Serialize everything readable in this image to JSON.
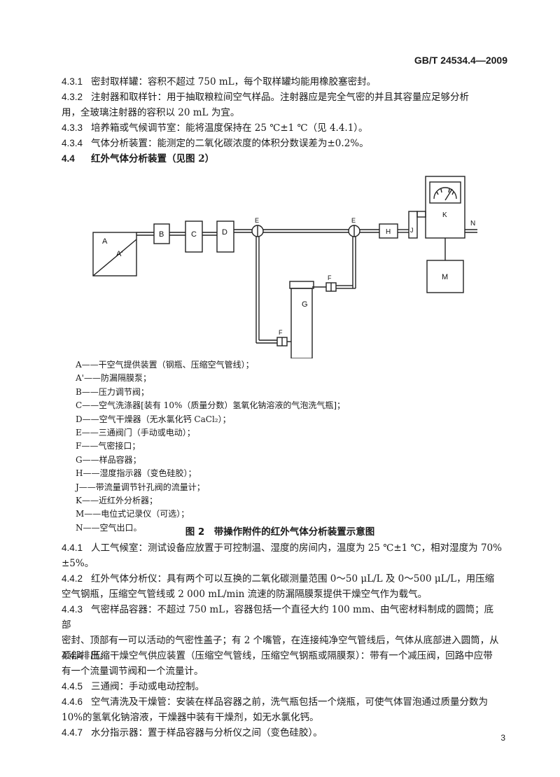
{
  "header": {
    "standard_no": "GB/T 24534.4—2009"
  },
  "clauses_top": [
    {
      "num": "4.3.1",
      "text": "密封取样罐：容积不超过 750 mL，每个取样罐均能用橡胶塞密封。",
      "cont": ""
    },
    {
      "num": "4.3.2",
      "text": "注射器和取样针：用于抽取粮粒间空气样品。注射器应是完全气密的并且其容量应足够分析",
      "cont": "用，全玻璃注射器的容积以 20 mL 为宜。"
    },
    {
      "num": "4.3.3",
      "text": "培养箱或气候调节室：能将温度保持在 25 ℃±1 ℃（见 4.4.1）。",
      "cont": ""
    },
    {
      "num": "4.3.4",
      "text": "气体分析装置：能测定的二氧化碳浓度的体积分数误差为±0.2%。",
      "cont": ""
    }
  ],
  "section_44": {
    "num": "4.4",
    "title": "红外气体分析装置（见图 2）"
  },
  "figure": {
    "labels": {
      "A": "A",
      "A_prime": "A'",
      "B": "B",
      "C": "C",
      "D": "D",
      "E1": "E",
      "E2": "E",
      "F1": "F",
      "F2": "F",
      "G": "G",
      "H": "H",
      "J": "J",
      "K": "K",
      "M": "M",
      "N": "N"
    },
    "legend": [
      "A——干空气提供装置（钢瓶、压缩空气管线）；",
      "A'——防漏隔膜泵；",
      "B——压力调节阀；",
      "C——空气洗涤器[装有 10%（质量分数）氢氧化钠溶液的气泡洗气瓶]；",
      "D——空气干燥器（无水氯化钙 CaCl₂）；",
      "E——三通阀门（手动或电动）；",
      "F——气密接口；",
      "G——样品容器；",
      "H——湿度指示器（变色硅胶）；",
      "J——带流量调节针孔阀的流量计；",
      "K——近红外分析器；",
      "M——电位式记录仪（可选）；",
      "N——空气出口。"
    ],
    "caption": "图 2　带操作附件的红外气体分析装置示意图"
  },
  "clauses_bottom": [
    {
      "num": "4.4.1",
      "text": "人工气候室：测试设备应放置于可控制温、湿度的房间内，温度为 25 ℃±1 ℃，相对湿度为 70%",
      "cont": "±5%。"
    },
    {
      "num": "4.4.2",
      "text": "红外气体分析仪：具有两个可以互换的二氧化碳测量范围 0～50 μL/L 及 0～500 μL/L，用压缩",
      "cont": "空气钢瓶，压缩空气管线或 2 000 mL/min 流速的防漏隔膜泵提供干燥空气作为载气。"
    },
    {
      "num": "4.4.3",
      "text": "气密样品容器：不超过 750 mL，容器包括一个直径大约 100 mm、由气密材料制成的圆筒；底部",
      "cont": "密封、顶部有一可以活动的气密性盖子；有 2 个嘴管，在连接纯净空气管线后，气体从底部进入圆筒，从",
      "cont2": "顶部排出。"
    },
    {
      "num": "4.4.4",
      "text": "压缩干燥空气供应装置（压缩空气管线，压缩空气钢瓶或隔膜泵）：带有一个减压阀，回路中应带",
      "cont": "有一个流量调节阀和一个流量计。"
    },
    {
      "num": "4.4.5",
      "text": "三通阀：手动或电动控制。",
      "cont": ""
    },
    {
      "num": "4.4.6",
      "text": "空气清洗及干燥管：安装在样品容器之前，洗气瓶包括一个烧瓶，可使气体冒泡通过质量分数为",
      "cont": "10%的氢氧化钠溶液，干燥器中装有干燥剂，如无水氯化钙。"
    },
    {
      "num": "4.4.7",
      "text": "水分指示器：置于样品容器与分析仪之间（变色硅胶）。",
      "cont": ""
    }
  ],
  "page_number": "3"
}
